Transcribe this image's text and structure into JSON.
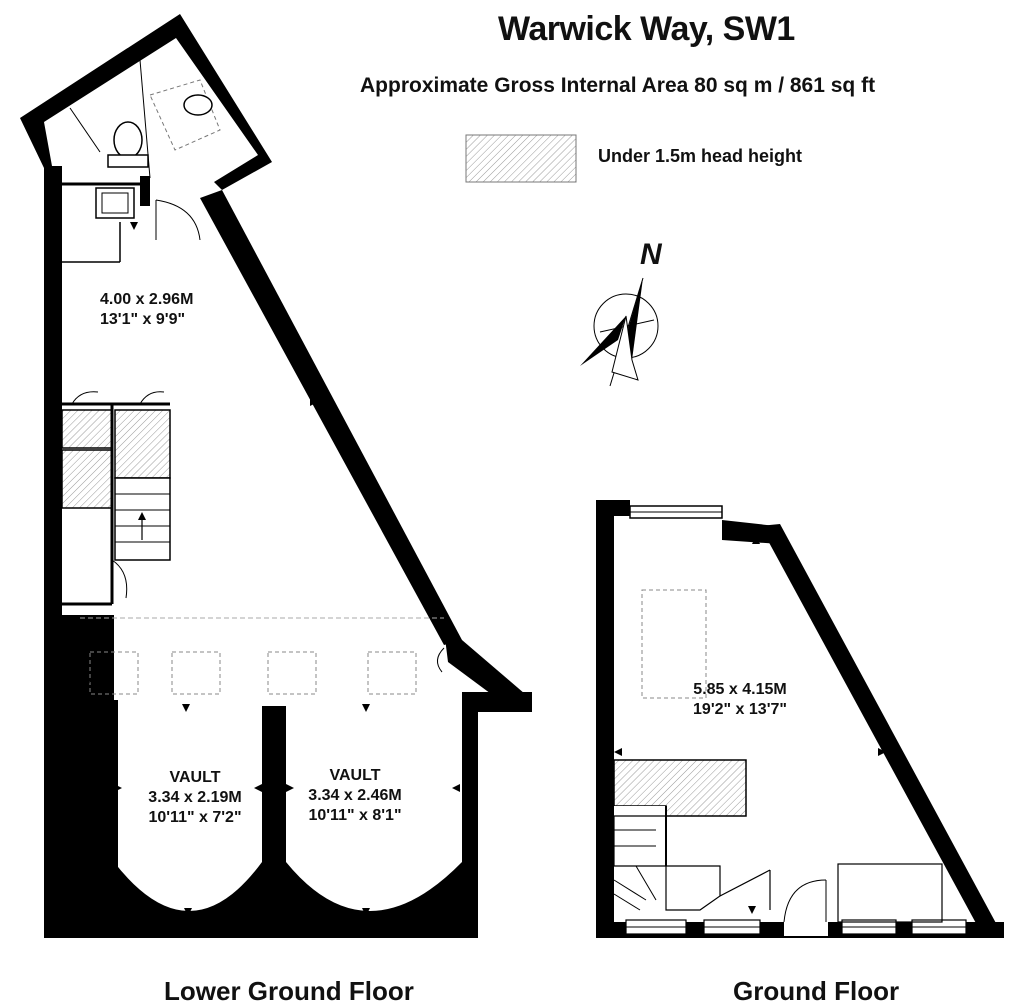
{
  "header": {
    "title": "Warwick Way, SW1",
    "area": "Approximate Gross Internal Area 80 sq m /  861 sq ft"
  },
  "legend": {
    "label": "Under 1.5m head height"
  },
  "compass": {
    "label": "N"
  },
  "lower_ground": {
    "label": "Lower Ground Floor",
    "main_room": {
      "metric": "4.00 x 2.96M",
      "imperial": "13'1\" x 9'9\""
    },
    "vault_left": {
      "name": "VAULT",
      "metric": "3.34 x 2.19M",
      "imperial": "10'11\" x 7'2\""
    },
    "vault_right": {
      "name": "VAULT",
      "metric": "3.34 x 2.46M",
      "imperial": "10'11\" x 8'1\""
    }
  },
  "ground": {
    "label": "Ground Floor",
    "room": {
      "metric": "5.85 x 4.15M",
      "imperial": "19'2\" x 13'7\""
    }
  },
  "colors": {
    "wall": "#000000",
    "hatch": "#9a9a9a",
    "background": "#ffffff"
  }
}
